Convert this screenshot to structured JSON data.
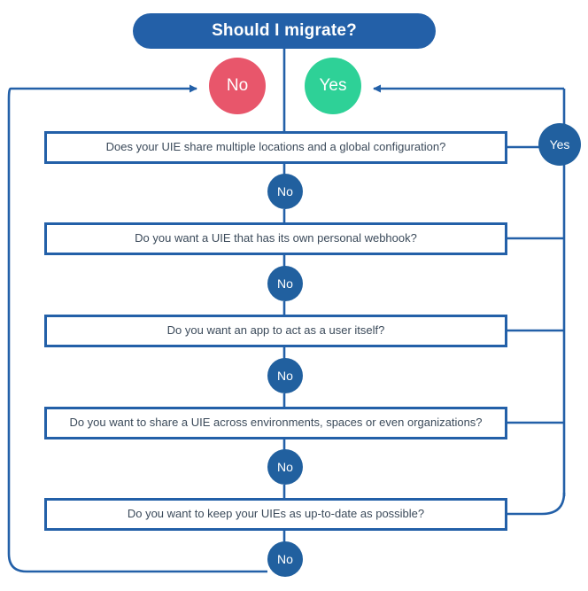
{
  "title": {
    "label": "Should I migrate?"
  },
  "outcomes": {
    "no": "No",
    "yes": "Yes"
  },
  "right_branch": {
    "yes_label": "Yes"
  },
  "steps": [
    {
      "question": "Does your UIE share multiple locations and a global configuration?",
      "no_label": "No",
      "yes_label": "Yes"
    },
    {
      "question": "Do you want a UIE that has its own personal webhook?",
      "no_label": "No"
    },
    {
      "question": "Do you want an app to act as a user itself?",
      "no_label": "No"
    },
    {
      "question": "Do you want to share a UIE across environments, spaces or even organizations?",
      "no_label": "No"
    },
    {
      "question": "Do you want to keep your UIEs as up-to-date as possible?",
      "no_label": "No"
    }
  ],
  "colors": {
    "primary_blue": "#2360A8",
    "node_blue": "#21609F",
    "no_red": "#E8566B",
    "yes_green": "#2ED197",
    "text_gray": "#3B4A5A",
    "white": "#FFFFFF"
  }
}
